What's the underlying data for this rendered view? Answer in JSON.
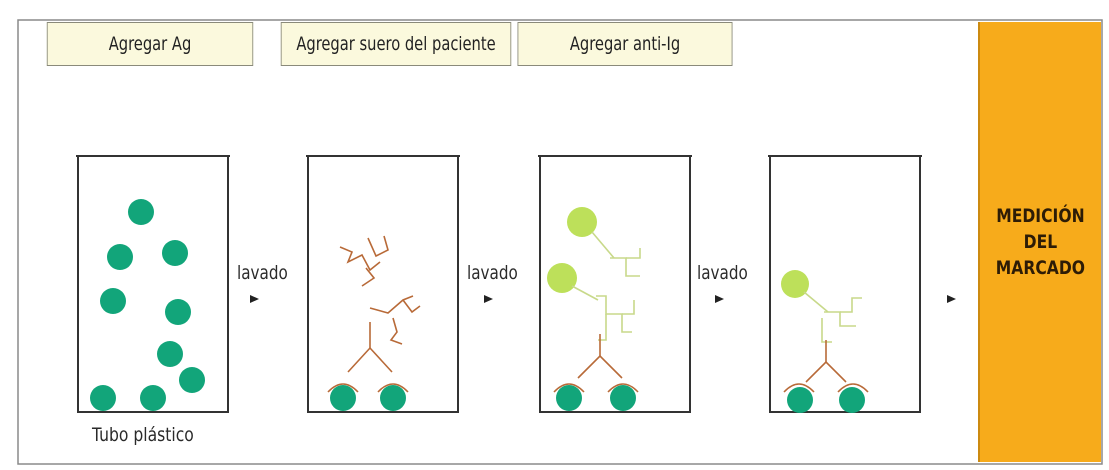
{
  "steps": [
    {
      "header": "Agregar Ag"
    },
    {
      "header": "Agregar suero del paciente"
    },
    {
      "header": "Agregar anti-Ig"
    }
  ],
  "wash_label": "lavado",
  "tube_caption": "Tubo plástico",
  "result": {
    "line1": "MEDICIÓN",
    "line2": "DEL",
    "line3": "MARCADO"
  },
  "colors": {
    "antigen": "#12a57a",
    "antibody": "#b86a38",
    "anti_ig": "#c8d98a",
    "label": "#bde05a",
    "result_panel": "#f7ab1b",
    "header_bg": "#fbf9dd"
  }
}
